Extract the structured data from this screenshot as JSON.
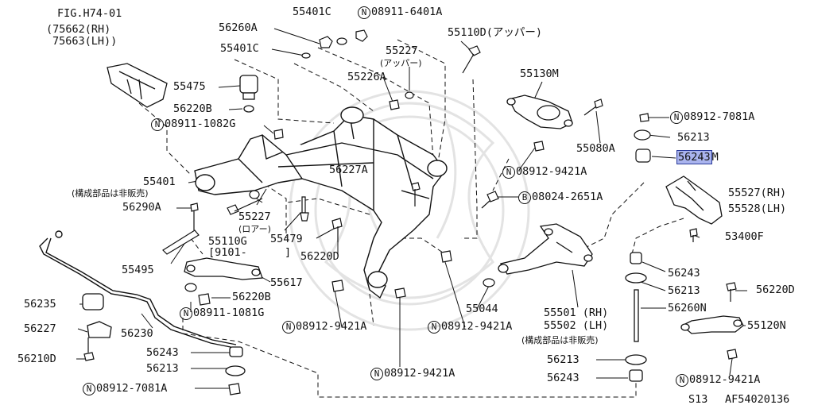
{
  "diagram": {
    "fig_ref": {
      "fig": "FIG.H74-01",
      "rh": "(75662(RH)",
      "lh": "75663(LH))"
    },
    "highlighted_part": "56243",
    "footer": {
      "model": "S13",
      "code": "AF54020136"
    },
    "circle_n": "N",
    "circle_b": "B",
    "labels": {
      "p55401C_a": "55401C",
      "p08911_6401A": "08911-6401A",
      "p56260A": "56260A",
      "p55401C_b": "55401C",
      "p55110D": "55110D(アッパー)",
      "p55227_up": "55227",
      "p55227_up_note": "(アッパー)",
      "p55226A": "55226A",
      "p55130M": "55130M",
      "p55475": "55475",
      "p56220B_a": "56220B",
      "p08911_1082G": "08911-1082G",
      "p08912_7081A_a": "08912-7081A",
      "p56213_a": "56213",
      "p55080A": "55080A",
      "p56243M": "56243",
      "p56243M_suffix": "M",
      "p08912_9421A_a": "08912-9421A",
      "p56227A": "56227A",
      "p55401": "55401",
      "p55401_note": "(構成部品は非販売)",
      "p08024_2651A": "08024-2651A",
      "p55527": "55527(RH)",
      "p55528": "55528(LH)",
      "p56290A": "56290A",
      "p55227_low": "55227",
      "p55227_low_note": "(ロアー)",
      "p55479": "55479",
      "p55110G": "55110G",
      "p55110G_note_a": "[9101-",
      "p55110G_note_b": "]",
      "p53400F": "53400F",
      "p56220D_a": "56220D",
      "p55495": "55495",
      "p56243_a": "56243",
      "p56213_b": "56213",
      "p56220D_b": "56220D",
      "p55617": "55617",
      "p56220B_b": "56220B",
      "p56235": "56235",
      "p08911_1081G": "08911-1081G",
      "p55044": "55044",
      "p56260N": "56260N",
      "p55501": "55501 (RH)",
      "p55502": "55502 (LH)",
      "p55502_note": "(構成部品は非販売)",
      "p55120N": "55120N",
      "p56227": "56227",
      "p56230": "56230",
      "p08912_9421A_b": "08912-9421A",
      "p08912_9421A_c": "08912-9421A",
      "p56210D": "56210D",
      "p56243_b": "56243",
      "p56213_c": "56213",
      "p56213_d": "56213",
      "p08912_9421A_d": "08912-9421A",
      "p08912_9421A_e": "08912-9421A",
      "p56243_c": "56243",
      "p08912_7081A_b": "08912-7081A"
    }
  }
}
